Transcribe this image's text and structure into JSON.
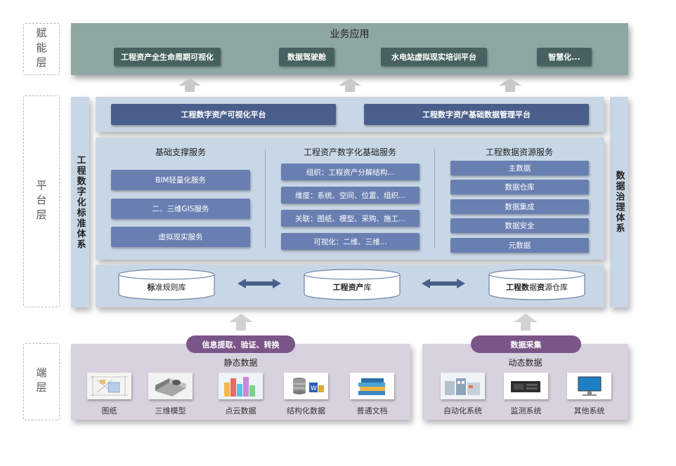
{
  "layers": {
    "top": "赋能层",
    "middle": "平台层",
    "bottom": "端层"
  },
  "business": {
    "title": "业务应用",
    "items": [
      "工程资产全生命周期可视化",
      "数据驾驶舱",
      "水电站虚拟现实培训平台",
      "智慧化..."
    ]
  },
  "platform": {
    "left_label": "工程数字化标准体系",
    "right_label": "数据治理体系",
    "platforms": [
      "工程数字资产可视化平台",
      "工程数字资产基础数据管理平台"
    ],
    "col1": {
      "title": "基础支撑服务",
      "items": [
        "BIM轻量化服务",
        "二、三维GIS服务",
        "虚拟现实服务"
      ]
    },
    "col2": {
      "title": "工程资产数字化基础服务",
      "items": [
        "组织：工程资产分解结构...",
        "维度：系统、空间、位置、组织...",
        "关联：图纸、模型、采购、施工...",
        "可视化：二维、三维..."
      ]
    },
    "col3": {
      "title": "工程数据资源服务",
      "items": [
        "主数据",
        "数据仓库",
        "数据集成",
        "数据安全",
        "元数据"
      ]
    },
    "databases": {
      "db1_bold": "标",
      "db1_rest": "准规则库",
      "db2_bold": "工程资产",
      "db2_rest": "库",
      "db3_bold1": "工程数",
      "db3_mid": "据",
      "db3_bold2": "资",
      "db3_rest": "源仓库"
    }
  },
  "terminal": {
    "static": {
      "pill": "信息提取、验证、转换",
      "title": "静态数据",
      "items": [
        "图纸",
        "三维模型",
        "点云数据",
        "结构化数据",
        "普通文档"
      ]
    },
    "dynamic": {
      "pill": "数据采集",
      "title": "动态数据",
      "items": [
        "自动化系统",
        "监测系统",
        "其他系统"
      ]
    }
  },
  "colors": {
    "business_panel": "#8fa7a3",
    "business_button": "#466160",
    "platform_panel": "#c8d7e6",
    "navy_button": "#4a5e8c",
    "service_button": "#6a7fb1",
    "terminal_panel": "#d8d1de",
    "pill": "#7a5688"
  }
}
